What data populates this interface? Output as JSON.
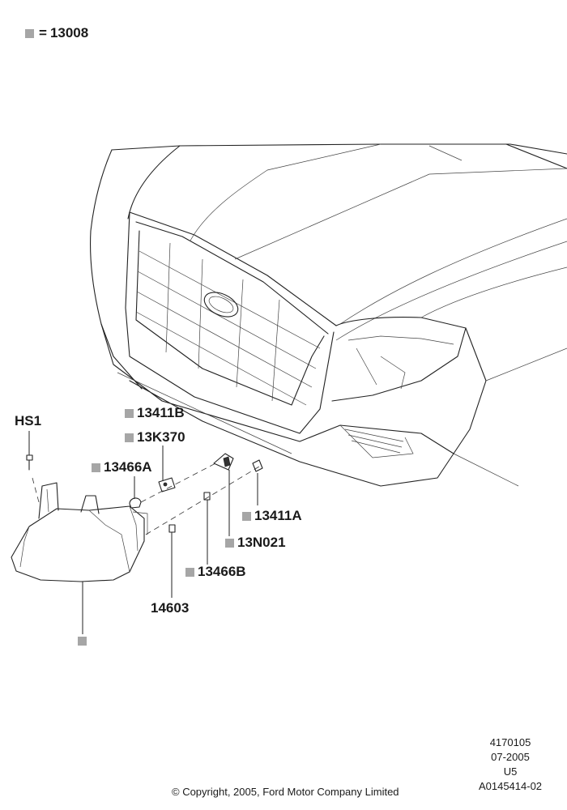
{
  "legend": {
    "equals": "=",
    "code": "13008"
  },
  "labels": {
    "hs1": "HS1",
    "p13411b": "13411B",
    "p13k370": "13K370",
    "p13466a": "13466A",
    "p13411a": "13411A",
    "p13n021": "13N021",
    "p13466b": "13466B",
    "p14603": "14603"
  },
  "meta": {
    "line1": "4170105",
    "line2": "07-2005",
    "line3": "U5",
    "line4": "A0145414-02"
  },
  "copyright": "© Copyright, 2005, Ford Motor Company Limited",
  "colors": {
    "marker": "#a6a6a6",
    "ink": "#222222"
  }
}
